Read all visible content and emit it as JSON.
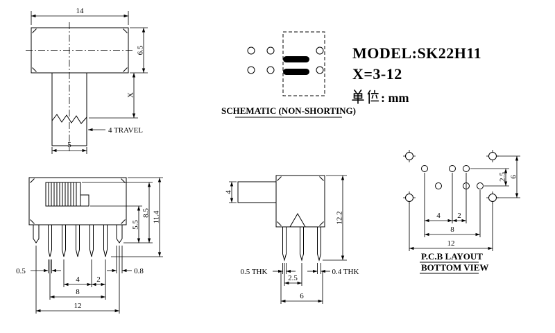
{
  "title_block": {
    "model": "MODEL:SK22H11",
    "x_range": "X=3-12",
    "unit_label": "单位: mm",
    "unit_cn": "单位",
    "unit_rest": ": mm"
  },
  "schematic": {
    "caption": "SCHEMATIC (NON-SHORTING)"
  },
  "top_view": {
    "dim_width": "14",
    "dim_depth": "6.5",
    "dim_stem": "X",
    "dim_travel": "4 TRAVEL",
    "dim_knob_width": "5"
  },
  "front_view": {
    "dim_body_h": "5.5",
    "dim_knob_h": "8.5",
    "dim_total_h": "11.4",
    "dim_pin_thk": "0.5",
    "dim_pitch_a": "4",
    "dim_pitch_b": "2",
    "dim_lug_thk": "0.8",
    "dim_pin_span": "8",
    "dim_lug_span": "12"
  },
  "side_view": {
    "dim_knob_t": "4",
    "dim_total_h": "12.2",
    "dim_thk_left": "0.5 THK",
    "dim_pitch": "2.5",
    "dim_thk_right": "0.4 THK",
    "dim_row_span": "6"
  },
  "pcb_view": {
    "caption_line1": "P.C.B LAYOUT",
    "caption_line2": "BOTTOM VIEW",
    "dim_row_gap": "2.5",
    "dim_hole_row_gap": "6",
    "dim_pitch_a": "4",
    "dim_pitch_b": "2",
    "dim_pad_span": "8",
    "dim_hole_span": "12"
  }
}
